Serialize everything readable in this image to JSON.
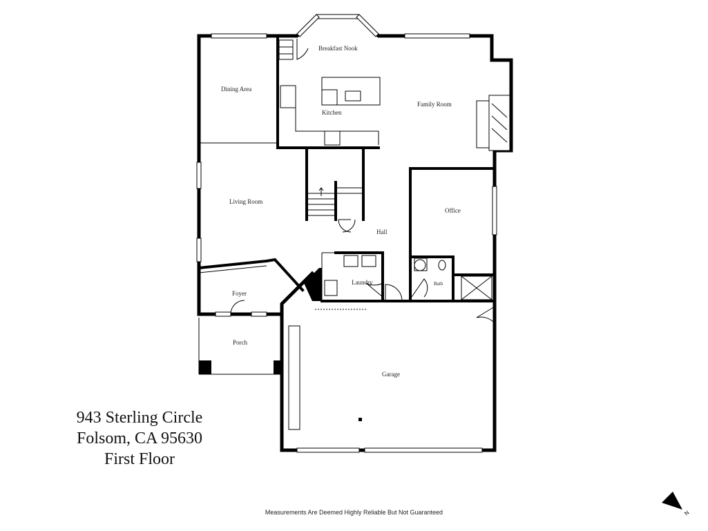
{
  "address": {
    "street": "943 Sterling Circle",
    "city_line": "Folsom, CA  95630",
    "floor": "First Floor"
  },
  "rooms": {
    "breakfast_nook": "Breakfast Nook",
    "dining_area": "Dining Area",
    "kitchen": "Kitchen",
    "family_room": "Family Room",
    "living_room": "Living Room",
    "office": "Office",
    "hall": "Hall",
    "laundry": "Laundry",
    "bath": "Bath",
    "foyer": "Foyer",
    "porch": "Porch",
    "garage": "Garage"
  },
  "disclaimer": "Measurements Are Deemed Highly Reliable But Not Guaranteed",
  "compass": {
    "label": "N"
  }
}
